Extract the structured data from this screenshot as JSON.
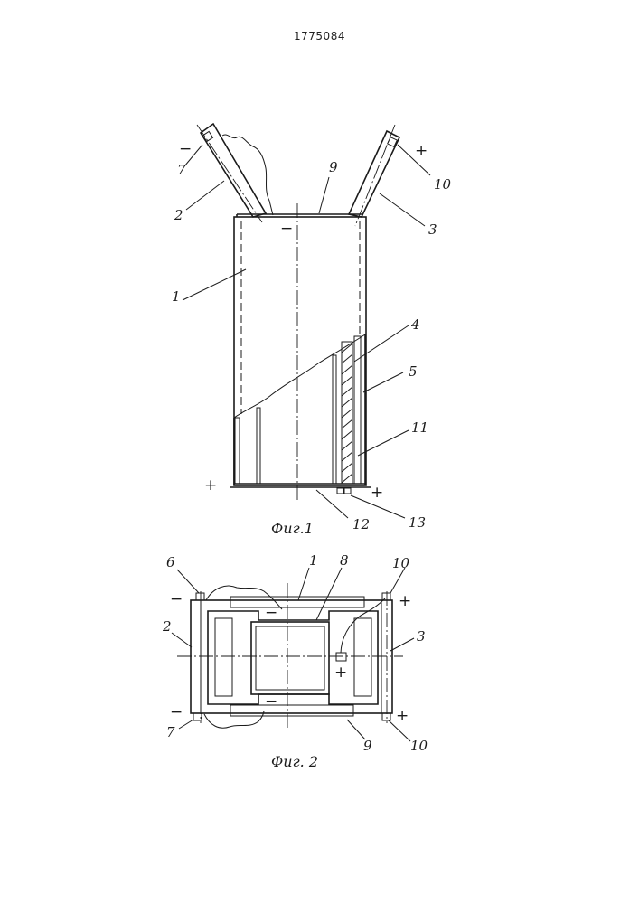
{
  "document": {
    "number": "1775084"
  },
  "figure1": {
    "caption": "Фиг.1",
    "labels": {
      "l1": "1",
      "l2": "2",
      "l3": "3",
      "l4": "4",
      "l5": "5",
      "l7": "7",
      "l9": "9",
      "l10": "10",
      "l11": "11",
      "l12": "12",
      "l13": "13"
    },
    "signs": {
      "minus_left": "−",
      "plus_top_right": "+",
      "minus_top": "−",
      "plus_bottom_left": "+",
      "plus_bottom_right": "+"
    }
  },
  "figure2": {
    "caption": "Фиг. 2",
    "labels": {
      "l1": "1",
      "l2": "2",
      "l3": "3",
      "l6": "6",
      "l7": "7",
      "l8": "8",
      "l9": "9",
      "l10_top": "10",
      "l10_bottom": "10"
    },
    "signs": {
      "minus_top_left": "−",
      "plus_top_right": "+",
      "minus_inner_top": "−",
      "plus_inner": "+",
      "minus_inner_bottom": "−",
      "minus_bottom_left": "−",
      "plus_bottom_right": "+"
    }
  }
}
